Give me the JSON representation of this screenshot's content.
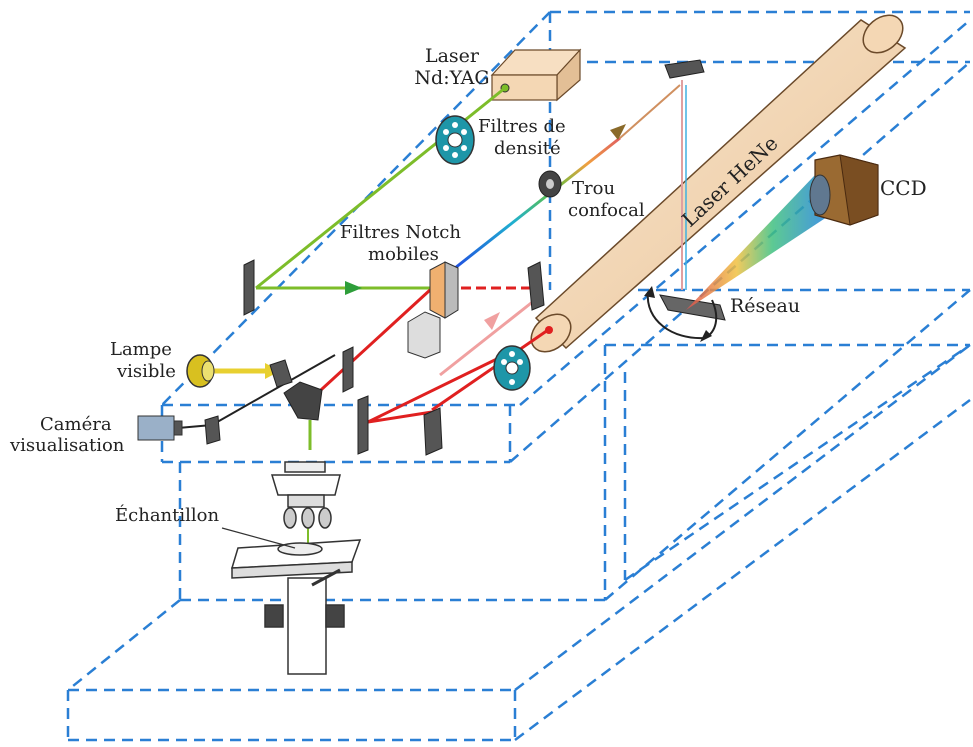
{
  "labels": {
    "laser_line1": "Laser",
    "laser_line2": "Nd:YAG",
    "filtres_densite_line1": "Filtres de",
    "filtres_densite_line2": "densité",
    "trou_line1": "Trou",
    "trou_line2": "confocal",
    "notch_line1": "Filtres Notch",
    "notch_line2": "mobiles",
    "laser_hene": "Laser HeNe",
    "ccd": "CCD",
    "reseau": "Réseau",
    "lampe_line1": "Lampe",
    "lampe_line2": "visible",
    "camera_line1": "Caméra",
    "camera_line2": "visualisation",
    "echantillon": "Échantillon"
  },
  "colors": {
    "dashed_outline": "#2a7fd4",
    "green_beam": "#7dbd2a",
    "red_beam": "#e02020",
    "tube_fill": "#f4d7b4",
    "tube_stroke": "#6b4a2a",
    "laser_box": "#f4d7b4",
    "ccd_body": "#9a6a32",
    "filter_wheel": "#1e96a8",
    "lamp": "#d8c020",
    "lamp_beam": "#e8d030"
  }
}
